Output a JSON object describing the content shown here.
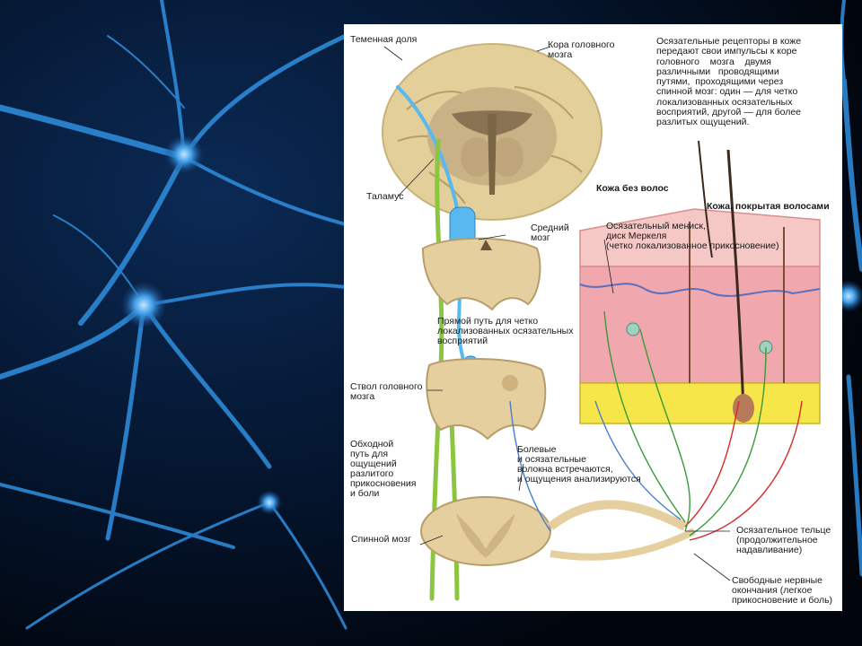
{
  "intro_text": "Осязательные рецепторы в коже\nпередают свои импульсы к коре\nголовного    мозга    двумя\nразличными   проводящими\nпутями,  проходящими через\nспинной мозг: один — для четко\nлокализованных осязательных\nвосприятий, другой — для более\nразлитых ощущений.",
  "labels": {
    "parietal_lobe": "Теменная доля",
    "cortex": "Кора головного\nмозга",
    "thalamus": "Таламус",
    "midbrain": "Средний\nмозг",
    "direct_path": "Прямой путь для четко\nлокализованных осязательных\nвосприятий",
    "brainstem": "Ствол головного\nмозга",
    "bypass_path": "Обходной\nпуть для\nощущений\nразлитого\nприкосновения\nи боли",
    "fibers_meet": "Болевые\nи осязательные\nволокна встречаются,\nи ощущения анализируются",
    "spinal_cord": "Спинной мозг",
    "hairless_skin": "Кожа без волос",
    "hairy_skin": "Кожа, покрытая волосами",
    "merkel": "Осязательный мениск,\nдиск Меркеля\n(четко локализованное прикосновение)",
    "tactile_corpuscle": "Осязательное тельце\n(продолжительное\nнадавливание)",
    "free_endings": "Свободные нервные\nокончания (легкое\nприкосновение и боль)"
  },
  "colors": {
    "background": "#02060f",
    "neuron": "#2f8fe0",
    "tissue": "#e5cf9e",
    "skin_pink": "#f0a7ad",
    "fat_yellow": "#f6e64a",
    "direct_path_blue": "#5ab8f0",
    "bypass_path_green": "#8cc63f",
    "nerve_red": "#d62a2a"
  }
}
